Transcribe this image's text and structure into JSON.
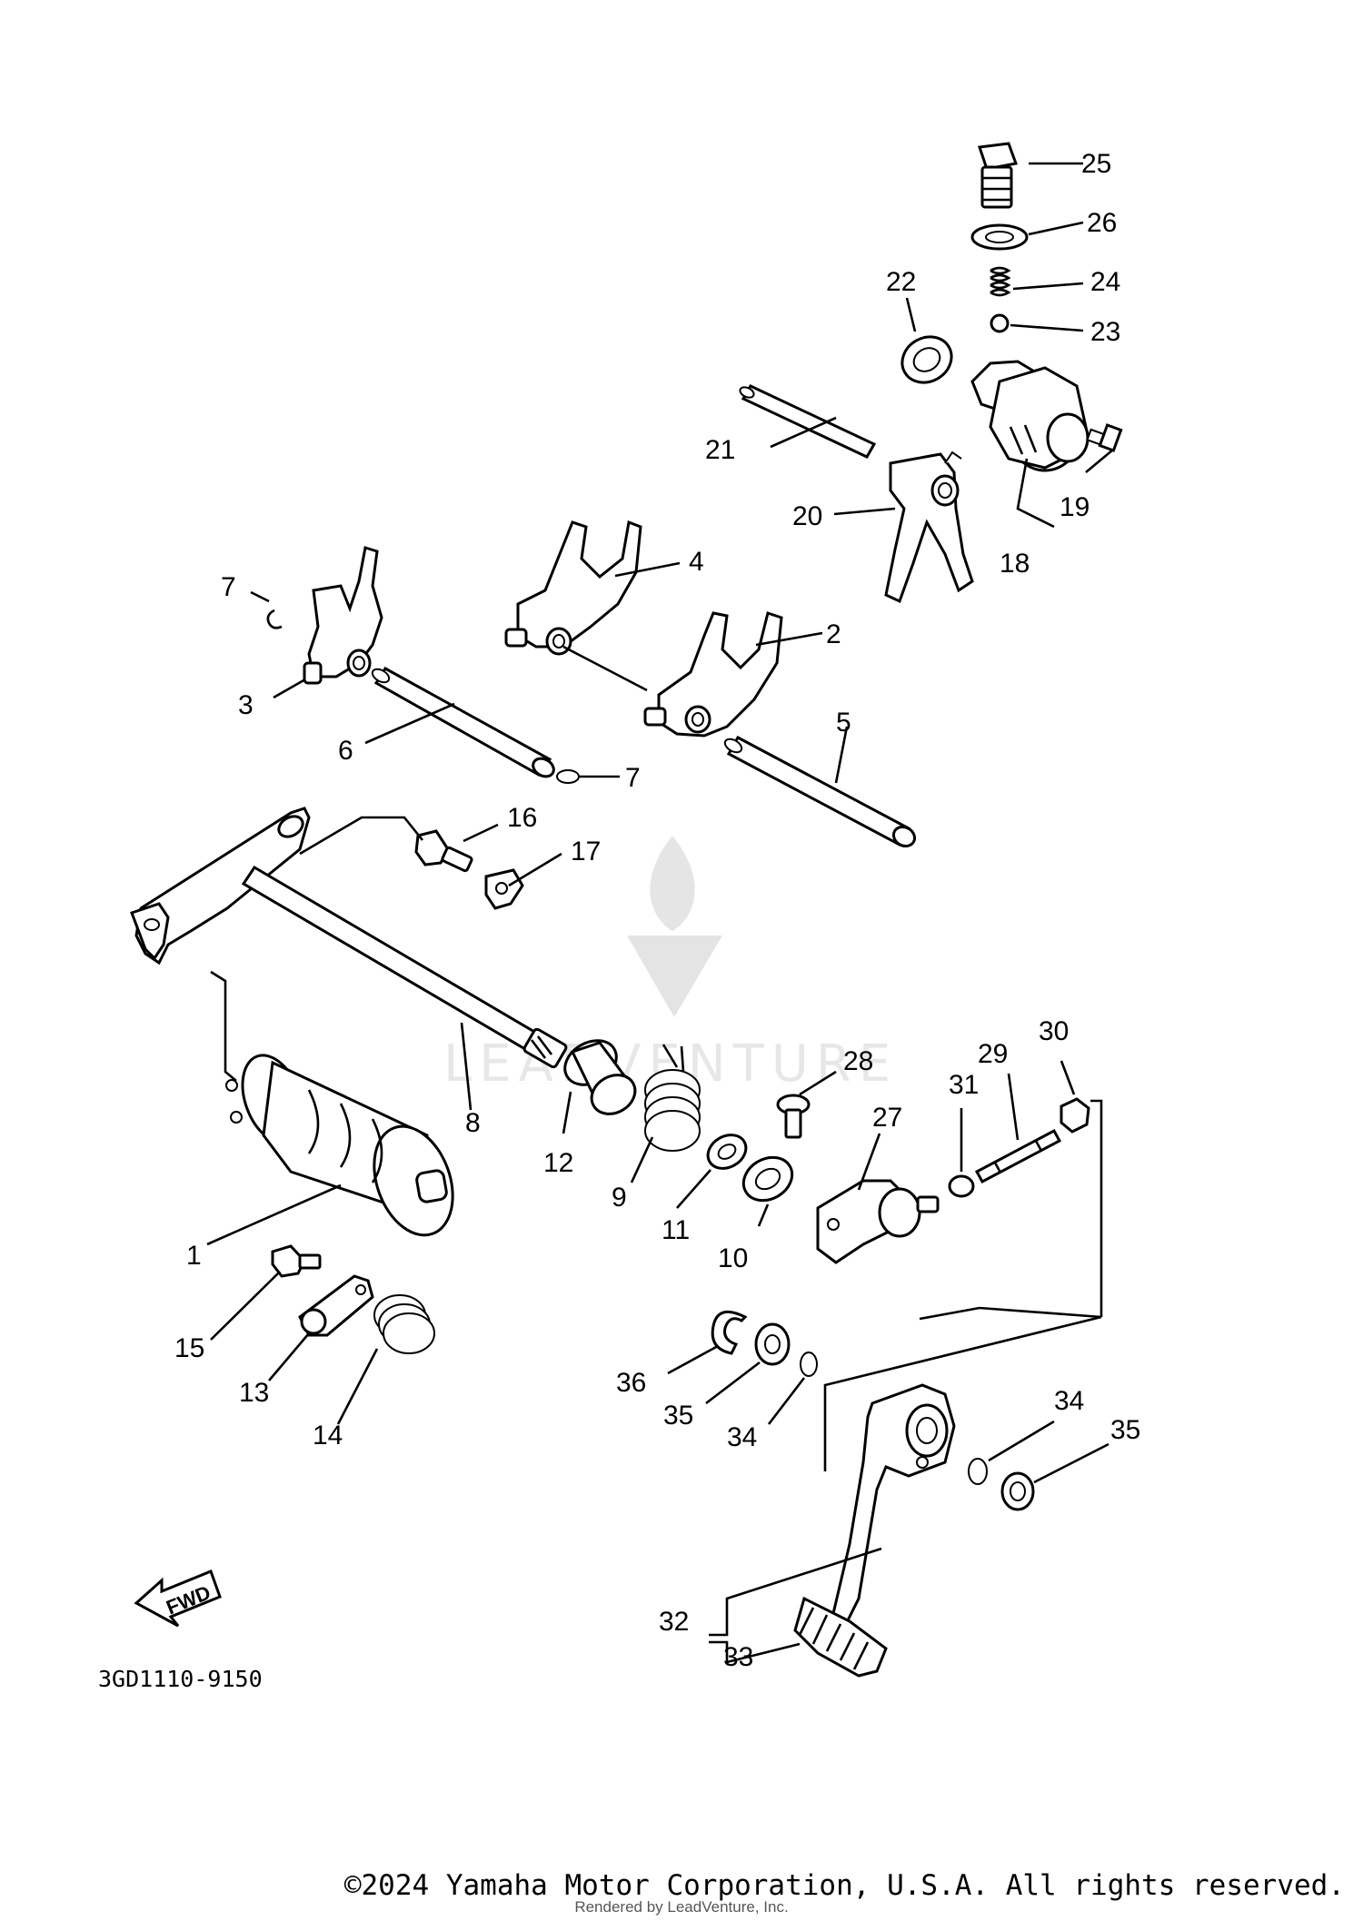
{
  "diagram": {
    "code": "3GD1110-9150",
    "fwd_label": "FWD",
    "watermark_text": "LEADVENTURE",
    "callouts": [
      "1",
      "2",
      "3",
      "4",
      "5",
      "6",
      "7",
      "7",
      "8",
      "9",
      "10",
      "11",
      "12",
      "13",
      "14",
      "15",
      "16",
      "17",
      "18",
      "19",
      "20",
      "21",
      "22",
      "23",
      "24",
      "25",
      "26",
      "27",
      "28",
      "29",
      "30",
      "31",
      "32",
      "33",
      "34",
      "34",
      "35",
      "35",
      "36"
    ]
  },
  "footer": {
    "copyright": "©2024 Yamaha Motor Corporation, U.S.A. All rights reserved.",
    "rendered_by": "Rendered by LeadVenture, Inc."
  }
}
